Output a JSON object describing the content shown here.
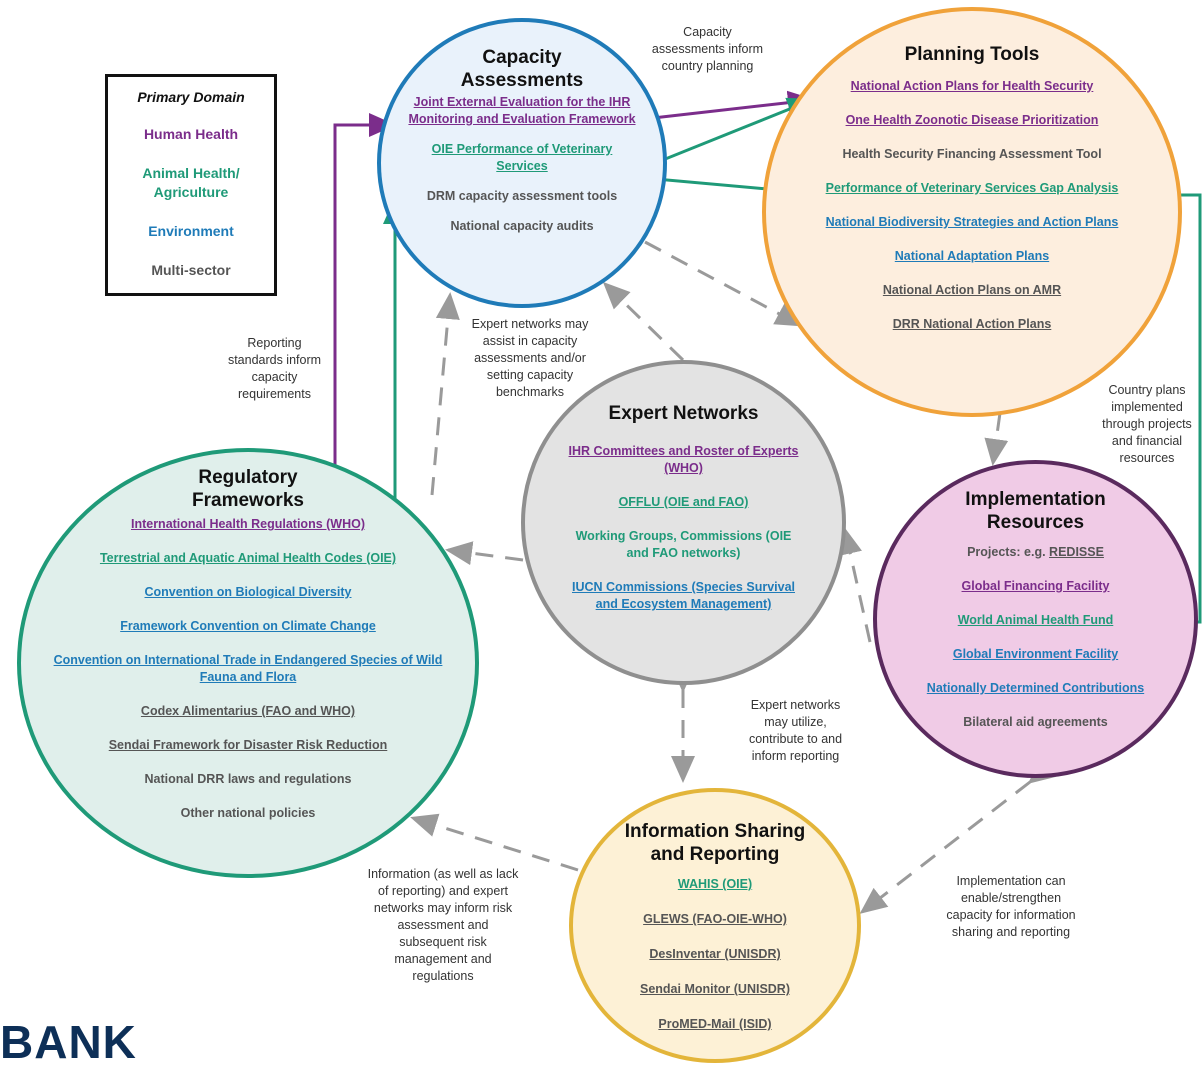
{
  "colors": {
    "human": "#7b2d8b",
    "animal": "#1f9a78",
    "env": "#1f7bb8",
    "multi": "#555555"
  },
  "legend": {
    "title": "Primary Domain",
    "human": "Human Health",
    "animal": "Animal Health/ Agriculture",
    "env": "Environment",
    "multi": "Multi-sector"
  },
  "capacity": {
    "title": "Capacity Assessments",
    "items": [
      {
        "text": "Joint External Evaluation for the IHR Monitoring and Evaluation Framework",
        "domain": "human",
        "link": true
      },
      {
        "text": "OIE Performance of Veterinary Services",
        "domain": "animal",
        "link": true
      },
      {
        "text": "DRM capacity assessment tools",
        "domain": "multi",
        "link": false
      },
      {
        "text": "National capacity audits",
        "domain": "multi",
        "link": false
      }
    ]
  },
  "planning": {
    "title": "Planning Tools",
    "items": [
      {
        "text": "National Action Plans for Health Security",
        "domain": "human",
        "link": true
      },
      {
        "text": "One Health Zoonotic Disease Prioritization",
        "domain": "human",
        "link": true
      },
      {
        "text": "Health Security Financing Assessment Tool",
        "domain": "multi",
        "link": false
      },
      {
        "text": "Performance of Veterinary Services Gap Analysis",
        "domain": "animal",
        "link": true
      },
      {
        "text": "National Biodiversity Strategies and Action Plans",
        "domain": "env",
        "link": true
      },
      {
        "text": "National Adaptation Plans",
        "domain": "env",
        "link": true
      },
      {
        "text": "National Action Plans on AMR",
        "domain": "multi",
        "link": true
      },
      {
        "text": "DRR National Action Plans",
        "domain": "multi",
        "link": true
      }
    ]
  },
  "expert": {
    "title": "Expert Networks",
    "items": [
      {
        "text": "IHR Committees and Roster of Experts (WHO)",
        "domain": "human",
        "link": true
      },
      {
        "text": "OFFLU (OIE and FAO)",
        "domain": "animal",
        "link": true
      },
      {
        "text": "Working Groups, Commissions (OIE and FAO networks)",
        "domain": "animal",
        "link": false
      },
      {
        "text": "IUCN Commissions (Species Survival and Ecosystem Management)",
        "domain": "env",
        "link": true
      }
    ]
  },
  "regulatory": {
    "title": "Regulatory Frameworks",
    "items": [
      {
        "text": "International Health Regulations (WHO)",
        "domain": "human",
        "link": true
      },
      {
        "text": "Terrestrial and Aquatic Animal Health Codes (OIE)",
        "domain": "animal",
        "link": true
      },
      {
        "text": "Convention on Biological Diversity",
        "domain": "env",
        "link": true
      },
      {
        "text": "Framework Convention on Climate Change",
        "domain": "env",
        "link": true
      },
      {
        "text": "Convention on International Trade in Endangered Species of Wild Fauna and Flora",
        "domain": "env",
        "link": true
      },
      {
        "text": "Codex Alimentarius (FAO and WHO)",
        "domain": "multi",
        "link": true
      },
      {
        "text": "Sendai Framework for Disaster Risk Reduction",
        "domain": "multi",
        "link": true
      },
      {
        "text": "National DRR laws and regulations",
        "domain": "multi",
        "link": false
      },
      {
        "text": "Other national policies",
        "domain": "multi",
        "link": false
      }
    ]
  },
  "implementation": {
    "title": "Implementation Resources",
    "projects_prefix": "Projects: e.g. ",
    "projects_link": "REDISSE",
    "items": [
      {
        "text": "Global Financing Facility",
        "domain": "human",
        "link": true
      },
      {
        "text": "World Animal Health Fund",
        "domain": "animal",
        "link": true
      },
      {
        "text": "Global Environment Facility",
        "domain": "env",
        "link": true
      },
      {
        "text": "Nationally Determined Contributions",
        "domain": "env",
        "link": true
      },
      {
        "text": "Bilateral aid agreements",
        "domain": "multi",
        "link": false
      }
    ]
  },
  "info": {
    "title": "Information Sharing and Reporting",
    "items": [
      {
        "text": "WAHIS (OIE)",
        "domain": "animal",
        "link": true
      },
      {
        "text": "GLEWS (FAO-OIE-WHO)",
        "domain": "multi",
        "link": true
      },
      {
        "text": "DesInventar (UNISDR)",
        "domain": "multi",
        "link": true
      },
      {
        "text": "Sendai Monitor (UNISDR)",
        "domain": "multi",
        "link": true
      },
      {
        "text": "ProMED-Mail (ISID)",
        "domain": "multi",
        "link": true
      }
    ]
  },
  "notes": {
    "cap_plan": "Capacity assessments inform country planning",
    "reporting": "Reporting standards inform capacity requirements",
    "expert_cap": "Expert networks may assist in capacity assessments and/or setting capacity benchmarks",
    "country_plans": "Country plans implemented through projects and financial resources",
    "expert_report": "Expert networks may utilize, contribute to and inform reporting",
    "info_reg": "Information (as well as lack of reporting) and expert networks may inform risk assessment and subsequent risk management and regulations",
    "impl_info": "Implementation can enable/strengthen capacity for information sharing and reporting"
  },
  "footer": {
    "bank": "BANK"
  }
}
